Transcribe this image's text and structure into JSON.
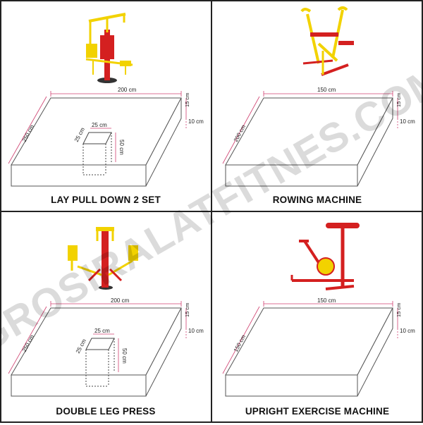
{
  "watermark": "GROSIRALATFITNES.COM",
  "panels": [
    {
      "title": "LAY PULL DOWN 2 SET",
      "dims": {
        "width": "200 cm",
        "depth": "250 cm",
        "height": "15 cm",
        "buried": "10 cm",
        "hole_w": "25 cm",
        "hole_d": "25 cm",
        "hole_h": "50 cm"
      },
      "icon": "lat-pull-down-machine-icon"
    },
    {
      "title": "ROWING MACHINE",
      "dims": {
        "width": "150 cm",
        "depth": "200 cm",
        "height": "15 cm",
        "buried": "10 cm"
      },
      "icon": "rowing-machine-icon"
    },
    {
      "title": "DOUBLE LEG PRESS",
      "dims": {
        "width": "200 cm",
        "depth": "250 cm",
        "height": "15 cm",
        "buried": "10 cm",
        "hole_w": "25 cm",
        "hole_d": "25 cm",
        "hole_h": "50 cm"
      },
      "icon": "leg-press-machine-icon"
    },
    {
      "title": "UPRIGHT EXERCISE MACHINE",
      "dims": {
        "width": "150 cm",
        "depth": "150 cm",
        "height": "15 cm",
        "buried": "10 cm"
      },
      "icon": "upright-bike-icon"
    }
  ],
  "colors": {
    "equipment_primary": "#f2d200",
    "equipment_secondary": "#d42020",
    "dimension_line": "#d04070",
    "slab_line": "#555555"
  }
}
